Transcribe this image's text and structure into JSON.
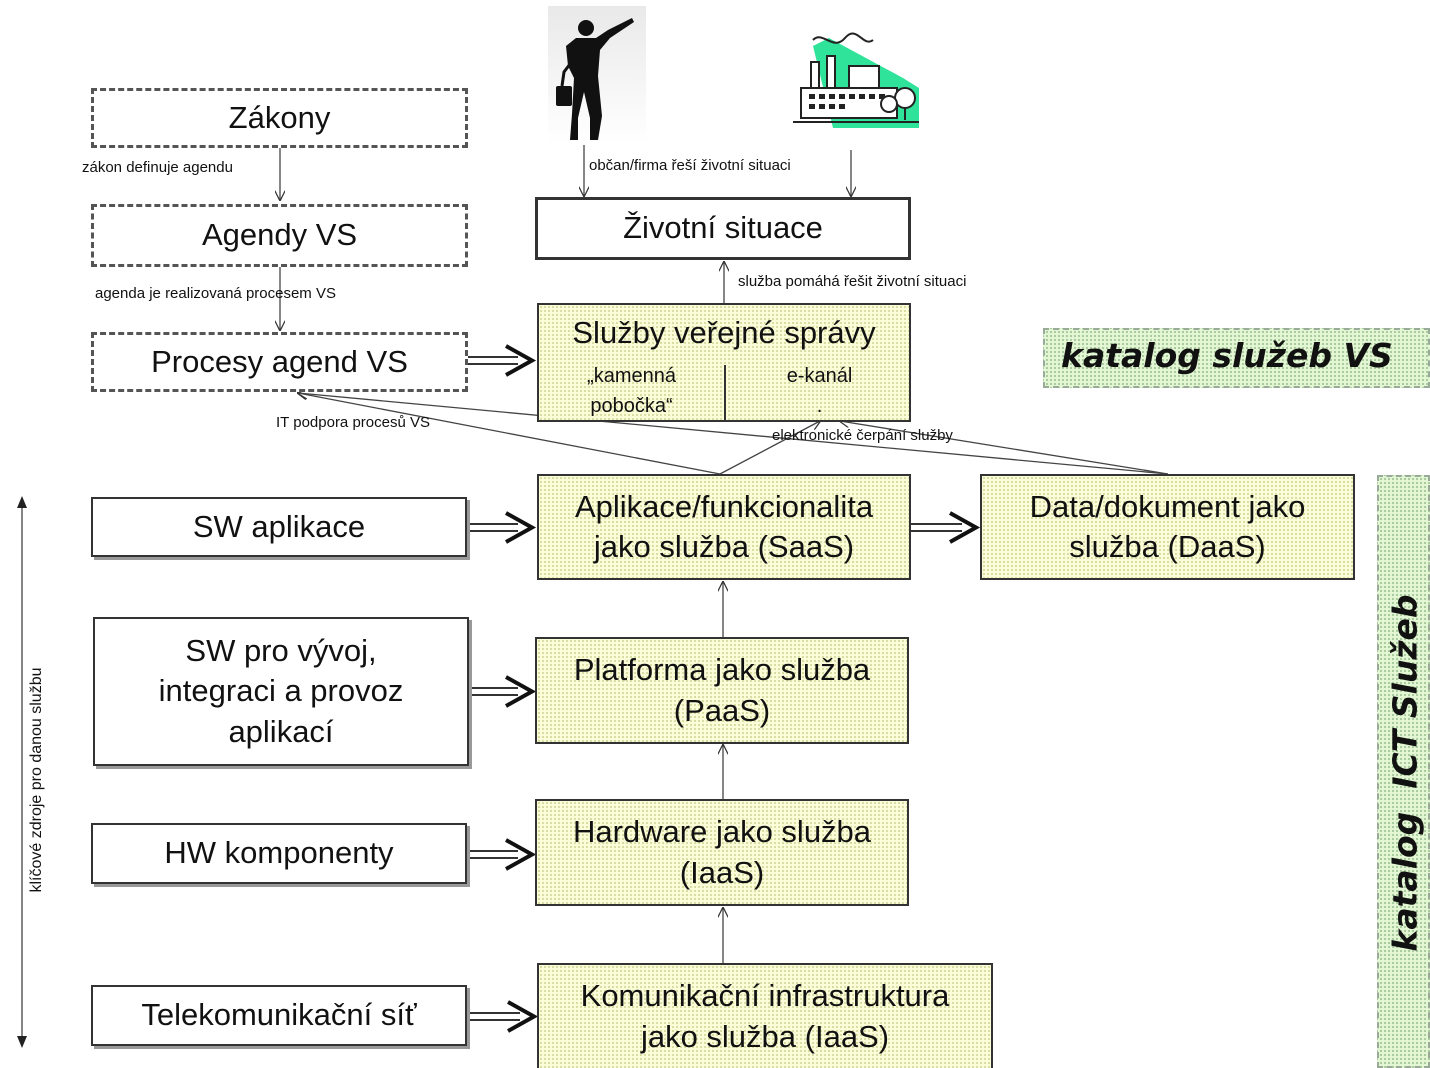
{
  "boxes": {
    "zakony": "Zákony",
    "agendy": "Agendy VS",
    "procesy": "Procesy agend VS",
    "zivotni_situace": "Životní situace",
    "sluzby_vs": {
      "title": "Služby veřejné správy",
      "left_line1": "„kamenná",
      "left_line2": "pobočka“",
      "right": "e-kanál",
      "right_dot": "."
    },
    "sw_aplikace": "SW aplikace",
    "saas": {
      "line1": "Aplikace/funkcionalita",
      "line2": "jako služba (SaaS)"
    },
    "daas": {
      "line1": "Data/dokument jako",
      "line2": "služba (DaaS)"
    },
    "sw_vyvoj": {
      "line1": "SW pro vývoj,",
      "line2": "integraci a provoz",
      "line3": "aplikací"
    },
    "paas": {
      "line1": "Platforma jako služba",
      "line2": "(PaaS)"
    },
    "hw": "HW komponenty",
    "iaas": {
      "line1": "Hardware jako služba",
      "line2": "(IaaS)"
    },
    "telekom": "Telekomunikační síť",
    "kom_iaas": {
      "line1": "Komunikační infrastruktura",
      "line2": "jako služba (IaaS)"
    }
  },
  "labels": {
    "zakon_definuje": "zákon definuje agendu",
    "agenda_realizovana": "agenda je realizovaná procesem VS",
    "obcan_firma": "občan/firma řeší životní situaci",
    "sluzba_pomaha": "služba pomáhá řešit životní situaci",
    "it_podpora": "IT podpora procesů VS",
    "elektronicke": "elektronické čerpání služby",
    "klicove_zdroje": "klíčové zdroje pro danou službu"
  },
  "catalogs": {
    "vs": "katalog služeb VS",
    "ict": "katalog  ICT Služeb"
  },
  "icons": {
    "person": "businessman-silhouette-icon",
    "factory": "factory-icon"
  },
  "colors": {
    "service_fill": "#fbfdd9",
    "catalog_fill": "#e4f7d4",
    "factory_green": "#2fe39a"
  }
}
